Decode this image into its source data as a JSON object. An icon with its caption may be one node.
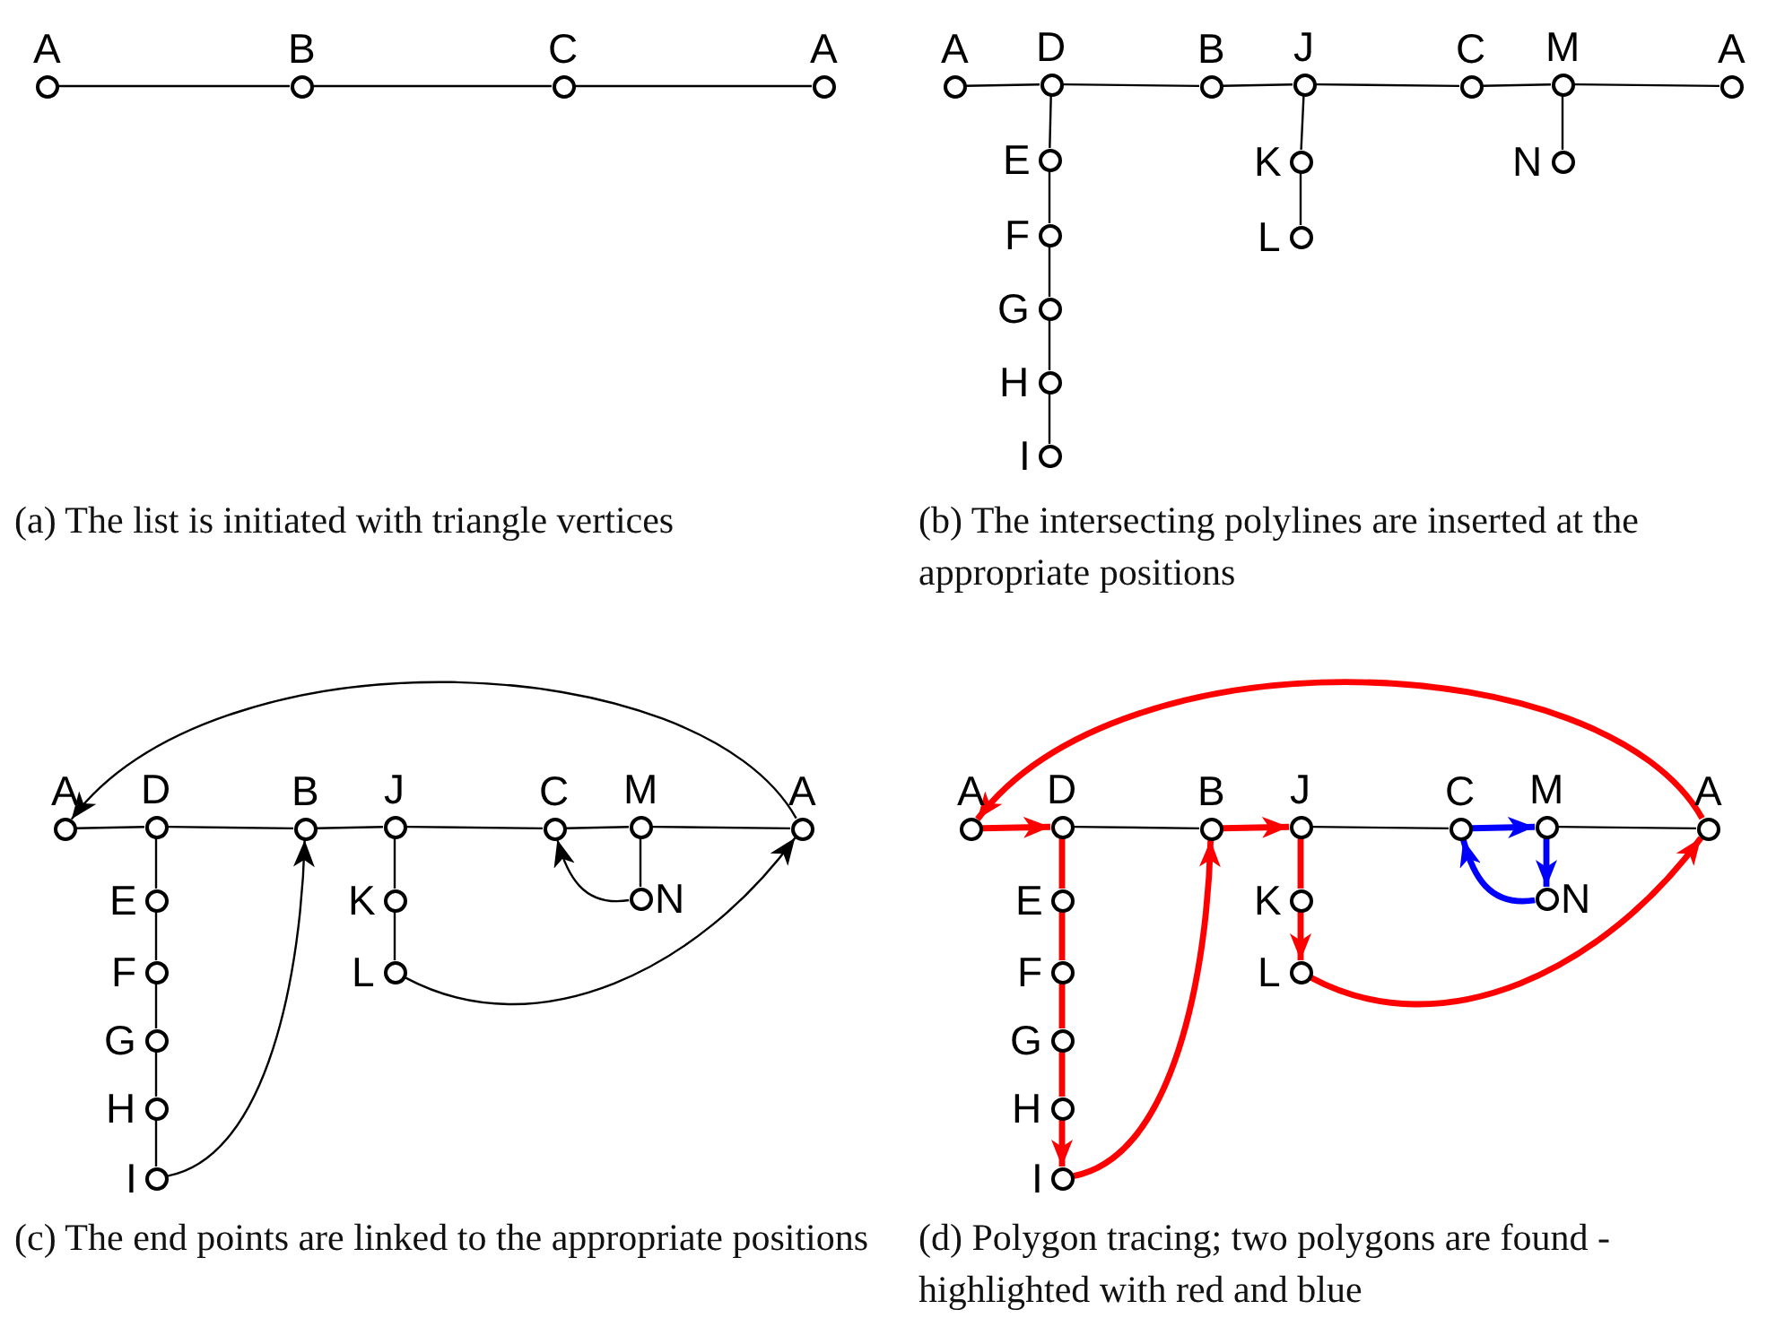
{
  "diagram": {
    "nodes": [
      {
        "text": [],
        "shape": "circle",
        "beside": [
          "A"
        ]
      },
      {
        "text": [],
        "shape": "circle",
        "beside": [
          "B"
        ]
      },
      {
        "text": [],
        "shape": "circle",
        "beside": [
          "C"
        ]
      },
      {
        "text": [],
        "shape": "circle",
        "beside": [
          "A"
        ]
      },
      {
        "text": [],
        "shape": "circle",
        "beside": [
          "A"
        ]
      },
      {
        "text": [],
        "shape": "circle",
        "beside": [
          "D"
        ]
      },
      {
        "text": [],
        "shape": "circle",
        "beside": [
          "B"
        ]
      },
      {
        "text": [],
        "shape": "circle",
        "beside": [
          "J"
        ]
      },
      {
        "text": [],
        "shape": "circle",
        "beside": [
          "C"
        ]
      },
      {
        "text": [],
        "shape": "circle",
        "beside": [
          "M"
        ]
      },
      {
        "text": [],
        "shape": "circle",
        "beside": [
          "A"
        ]
      },
      {
        "text": [],
        "shape": "circle",
        "beside": [
          "E"
        ]
      },
      {
        "text": [],
        "shape": "circle",
        "beside": [
          "F"
        ]
      },
      {
        "text": [],
        "shape": "circle",
        "beside": [
          "G"
        ]
      },
      {
        "text": [],
        "shape": "circle",
        "beside": [
          "H"
        ]
      },
      {
        "text": [],
        "shape": "circle",
        "beside": [
          "I"
        ]
      },
      {
        "text": [],
        "shape": "circle",
        "beside": [
          "K"
        ]
      },
      {
        "text": [],
        "shape": "circle",
        "beside": [
          "L"
        ]
      },
      {
        "text": [],
        "shape": "circle",
        "beside": [
          "N"
        ]
      },
      {
        "text": [],
        "shape": "circle",
        "beside": [
          "A"
        ]
      },
      {
        "text": [],
        "shape": "circle",
        "beside": [
          "D"
        ]
      },
      {
        "text": [],
        "shape": "circle",
        "beside": [
          "B"
        ]
      },
      {
        "text": [],
        "shape": "circle",
        "beside": [
          "J"
        ]
      },
      {
        "text": [],
        "shape": "circle",
        "beside": [
          "C"
        ]
      },
      {
        "text": [],
        "shape": "circle",
        "beside": [
          "M"
        ]
      },
      {
        "text": [],
        "shape": "circle",
        "beside": [
          "A"
        ]
      },
      {
        "text": [],
        "shape": "circle",
        "beside": [
          "E"
        ]
      },
      {
        "text": [],
        "shape": "circle",
        "beside": [
          "F"
        ]
      },
      {
        "text": [],
        "shape": "circle",
        "beside": [
          "G"
        ]
      },
      {
        "text": [],
        "shape": "circle",
        "beside": [
          "H"
        ]
      },
      {
        "text": [],
        "shape": "circle",
        "beside": [
          "I"
        ]
      },
      {
        "text": [],
        "shape": "circle",
        "beside": [
          "K"
        ]
      },
      {
        "text": [],
        "shape": "circle",
        "beside": [
          "L"
        ]
      },
      {
        "text": [],
        "shape": "circle",
        "beside": [
          "N"
        ]
      },
      {
        "text": [],
        "shape": "circle",
        "beside": [
          "A"
        ]
      },
      {
        "text": [],
        "shape": "circle",
        "beside": [
          "D"
        ]
      },
      {
        "text": [],
        "shape": "circle",
        "beside": [
          "B"
        ]
      },
      {
        "text": [],
        "shape": "circle",
        "beside": [
          "J"
        ]
      },
      {
        "text": [],
        "shape": "circle",
        "beside": [
          "C"
        ]
      },
      {
        "text": [],
        "shape": "circle",
        "beside": [
          "M"
        ]
      },
      {
        "text": [],
        "shape": "circle",
        "beside": [
          "A"
        ]
      },
      {
        "text": [],
        "shape": "circle",
        "beside": [
          "E"
        ]
      },
      {
        "text": [],
        "shape": "circle",
        "beside": [
          "F"
        ]
      },
      {
        "text": [],
        "shape": "circle",
        "beside": [
          "G"
        ]
      },
      {
        "text": [],
        "shape": "circle",
        "beside": [
          "H"
        ]
      },
      {
        "text": [],
        "shape": "circle",
        "beside": [
          "I"
        ]
      },
      {
        "text": [],
        "shape": "circle",
        "beside": [
          "K"
        ]
      },
      {
        "text": [],
        "shape": "circle",
        "beside": [
          "L"
        ]
      },
      {
        "text": [],
        "shape": "circle",
        "beside": [
          "N"
        ]
      }
    ],
    "edges": [
      {
        "from": 0,
        "to": 1,
        "arrow": "none"
      },
      {
        "from": 1,
        "to": 2,
        "arrow": "none"
      },
      {
        "from": 2,
        "to": 3,
        "arrow": "none"
      },
      {
        "from": 4,
        "to": 5,
        "arrow": "none"
      },
      {
        "from": 5,
        "to": 6,
        "arrow": "none"
      },
      {
        "from": 6,
        "to": 7,
        "arrow": "none"
      },
      {
        "from": 7,
        "to": 8,
        "arrow": "none"
      },
      {
        "from": 8,
        "to": 9,
        "arrow": "none"
      },
      {
        "from": 9,
        "to": 10,
        "arrow": "none"
      },
      {
        "from": 5,
        "to": 11,
        "arrow": "none"
      },
      {
        "from": 11,
        "to": 12,
        "arrow": "none"
      },
      {
        "from": 12,
        "to": 13,
        "arrow": "none"
      },
      {
        "from": 13,
        "to": 14,
        "arrow": "none"
      },
      {
        "from": 14,
        "to": 15,
        "arrow": "none"
      },
      {
        "from": 7,
        "to": 16,
        "arrow": "none"
      },
      {
        "from": 16,
        "to": 17,
        "arrow": "none"
      },
      {
        "from": 9,
        "to": 18,
        "arrow": "none"
      },
      {
        "from": 19,
        "to": 20,
        "arrow": "none"
      },
      {
        "from": 20,
        "to": 21,
        "arrow": "none"
      },
      {
        "from": 21,
        "to": 22,
        "arrow": "none"
      },
      {
        "from": 22,
        "to": 23,
        "arrow": "none"
      },
      {
        "from": 23,
        "to": 24,
        "arrow": "none"
      },
      {
        "from": 24,
        "to": 25,
        "arrow": "none"
      },
      {
        "from": 20,
        "to": 26,
        "arrow": "none"
      },
      {
        "from": 26,
        "to": 27,
        "arrow": "none"
      },
      {
        "from": 27,
        "to": 28,
        "arrow": "none"
      },
      {
        "from": 28,
        "to": 29,
        "arrow": "none"
      },
      {
        "from": 29,
        "to": 30,
        "arrow": "none"
      },
      {
        "from": 22,
        "to": 31,
        "arrow": "none"
      },
      {
        "from": 31,
        "to": 32,
        "arrow": "none"
      },
      {
        "from": 24,
        "to": 33,
        "arrow": "none"
      },
      {
        "from": 30,
        "to": 21,
        "arrow": "to"
      },
      {
        "from": 32,
        "to": 25,
        "arrow": "to"
      },
      {
        "from": 25,
        "to": 19,
        "arrow": "to"
      },
      {
        "from": 33,
        "to": 23,
        "arrow": "to"
      },
      {
        "from": 34,
        "to": 35,
        "arrow": "to",
        "style": "thick",
        "color": "#ff0000"
      },
      {
        "from": 35,
        "to": 36,
        "arrow": "none"
      },
      {
        "from": 36,
        "to": 37,
        "arrow": "to",
        "style": "thick",
        "color": "#ff0000"
      },
      {
        "from": 37,
        "to": 38,
        "arrow": "none"
      },
      {
        "from": 38,
        "to": 39,
        "arrow": "to",
        "style": "thick",
        "color": "#0000ff"
      },
      {
        "from": 39,
        "to": 40,
        "arrow": "none"
      },
      {
        "from": 35,
        "to": 41,
        "arrow": "none",
        "style": "thick",
        "color": "#ff0000"
      },
      {
        "from": 41,
        "to": 42,
        "arrow": "none",
        "style": "thick",
        "color": "#ff0000"
      },
      {
        "from": 42,
        "to": 43,
        "arrow": "none",
        "style": "thick",
        "color": "#ff0000"
      },
      {
        "from": 43,
        "to": 44,
        "arrow": "none",
        "style": "thick",
        "color": "#ff0000"
      },
      {
        "from": 44,
        "to": 45,
        "arrow": "to",
        "style": "thick",
        "color": "#ff0000"
      },
      {
        "from": 37,
        "to": 46,
        "arrow": "none",
        "style": "thick",
        "color": "#ff0000"
      },
      {
        "from": 46,
        "to": 47,
        "arrow": "to",
        "style": "thick",
        "color": "#ff0000"
      },
      {
        "from": 39,
        "to": 48,
        "arrow": "to",
        "style": "thick",
        "color": "#0000ff"
      },
      {
        "from": 45,
        "to": 36,
        "arrow": "to",
        "style": "thick",
        "color": "#ff0000"
      },
      {
        "from": 47,
        "to": 40,
        "arrow": "to",
        "style": "thick",
        "color": "#ff0000"
      },
      {
        "from": 40,
        "to": 34,
        "arrow": "to",
        "style": "thick",
        "color": "#ff0000"
      },
      {
        "from": 48,
        "to": 38,
        "arrow": "to",
        "style": "thick",
        "color": "#0000ff"
      }
    ],
    "labels": [
      "(a) The list is initiated with triangle vertices",
      "(b) The intersecting polylines are inserted at the appropriate positions",
      "(c) The end points are linked to the appropriate positions",
      "(d) Polygon tracing; two polygons are found - highlighted with red and blue"
    ]
  }
}
